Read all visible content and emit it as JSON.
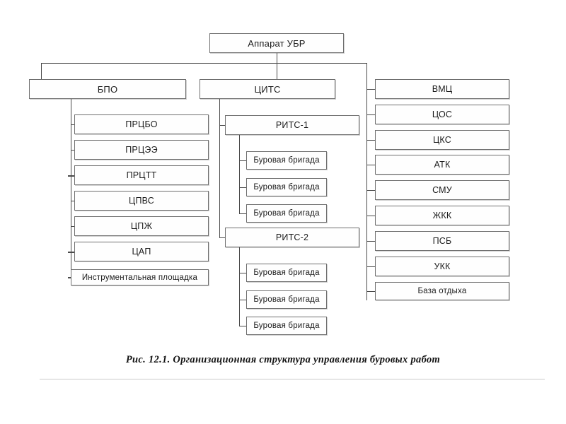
{
  "figure": {
    "caption": "Рис. 12.1. Организационная структура управления буровых работ",
    "root": {
      "label": "Аппарат УБР"
    },
    "branches": {
      "bpo": {
        "label": "БПО",
        "children": [
          {
            "label": "ПРЦБО"
          },
          {
            "label": "ПРЦЭЭ"
          },
          {
            "label": "ПРЦТТ"
          },
          {
            "label": "ЦПВС"
          },
          {
            "label": "ЦПЖ"
          },
          {
            "label": "ЦАП"
          },
          {
            "label": "Инструментальная площадка"
          }
        ]
      },
      "cits": {
        "label": "ЦИТС",
        "children": [
          {
            "label": "РИТС-1",
            "children": [
              {
                "label": "Буровая бригада"
              },
              {
                "label": "Буровая бригада"
              },
              {
                "label": "Буровая бригада"
              }
            ]
          },
          {
            "label": "РИТС-2",
            "children": [
              {
                "label": "Буровая бригада"
              },
              {
                "label": "Буровая бригада"
              },
              {
                "label": "Буровая бригада"
              }
            ]
          }
        ]
      },
      "services": {
        "children": [
          {
            "label": "ВМЦ"
          },
          {
            "label": "ЦОС"
          },
          {
            "label": "ЦКС"
          },
          {
            "label": "АТК"
          },
          {
            "label": "СМУ"
          },
          {
            "label": "ЖКК"
          },
          {
            "label": "ПСБ"
          },
          {
            "label": "УКК"
          },
          {
            "label": "База отдыха"
          }
        ]
      }
    },
    "colors": {
      "box_border": "#6f6f6f",
      "box_fill": "#fefefe",
      "connector": "#4a4a4a",
      "text": "#1c1c1c",
      "rule": "#c9c9c9"
    }
  }
}
